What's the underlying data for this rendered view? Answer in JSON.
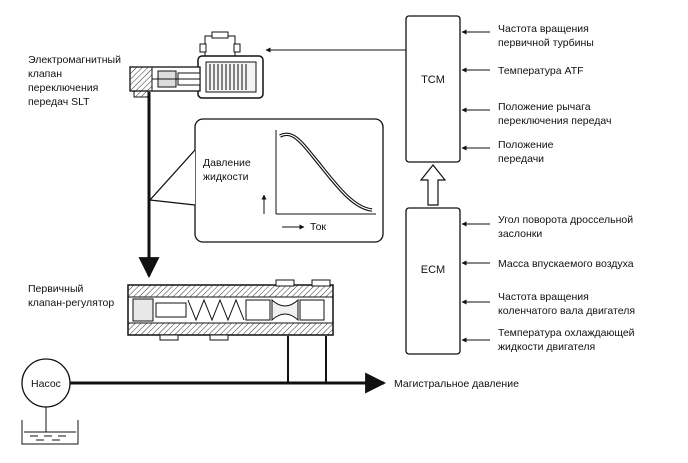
{
  "labels": {
    "slt_solenoid": [
      "Электромагнитный",
      "клапан",
      "переключения",
      "передач SLT"
    ],
    "primary_regulator": [
      "Первичный",
      "клапан-регулятор"
    ],
    "pump": "Насос",
    "line_pressure": "Магистральное давление",
    "tcm": "TCM",
    "ecm": "ECM"
  },
  "inset_graph": {
    "y_label": [
      "Давление",
      "жидкости"
    ],
    "x_label": "Ток"
  },
  "tcm_inputs": [
    [
      "Частота вращения",
      "первичной турбины"
    ],
    [
      "Температура ATF"
    ],
    [
      "Положение рычага",
      "переключения передач"
    ],
    [
      "Положение",
      "передачи"
    ]
  ],
  "ecm_inputs": [
    [
      "Угол поворота дроссельной",
      "заслонки"
    ],
    [
      "Масса впускаемого воздуха"
    ],
    [
      "Частота вращения",
      "коленчатого вала двигателя"
    ],
    [
      "Температура охлаждающей",
      "жидкости двигателя"
    ]
  ]
}
